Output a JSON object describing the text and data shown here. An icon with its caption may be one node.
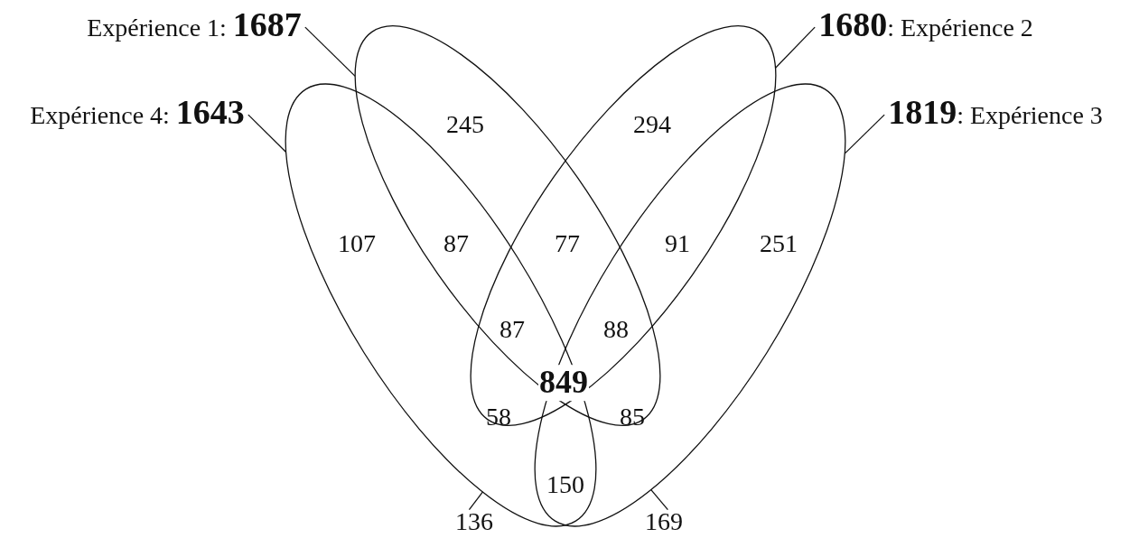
{
  "diagram": {
    "nodes": [
      {
        "text": [
          "Expérience 1: **1687**"
        ]
      },
      {
        "text": [
          "**1680**: Expérience 2"
        ]
      },
      {
        "text": [
          "Expérience 4: **1643**"
        ]
      },
      {
        "text": [
          "**1819**: Expérience 3"
        ]
      },
      {
        "text": [],
        "shape": "ellipse"
      },
      {
        "text": [],
        "shape": "ellipse"
      },
      {
        "text": [],
        "shape": "ellipse"
      },
      {
        "text": [],
        "shape": "ellipse"
      },
      {
        "text": [
          "136"
        ]
      },
      {
        "text": [
          "169"
        ]
      }
    ],
    "edges": [
      {
        "from": 0,
        "to": 4,
        "arrow": "none"
      },
      {
        "from": 1,
        "to": 5,
        "arrow": "none"
      },
      {
        "from": 2,
        "to": 6,
        "arrow": "none"
      },
      {
        "from": 3,
        "to": 7,
        "arrow": "none"
      },
      {
        "from": 8,
        "to": 6,
        "arrow": "none"
      },
      {
        "from": 9,
        "to": 7,
        "arrow": "none"
      }
    ],
    "labels": [
      "245",
      "294",
      "107",
      "87",
      "77",
      "91",
      "251",
      "87",
      "88",
      "849",
      "58",
      "85",
      "150"
    ]
  }
}
